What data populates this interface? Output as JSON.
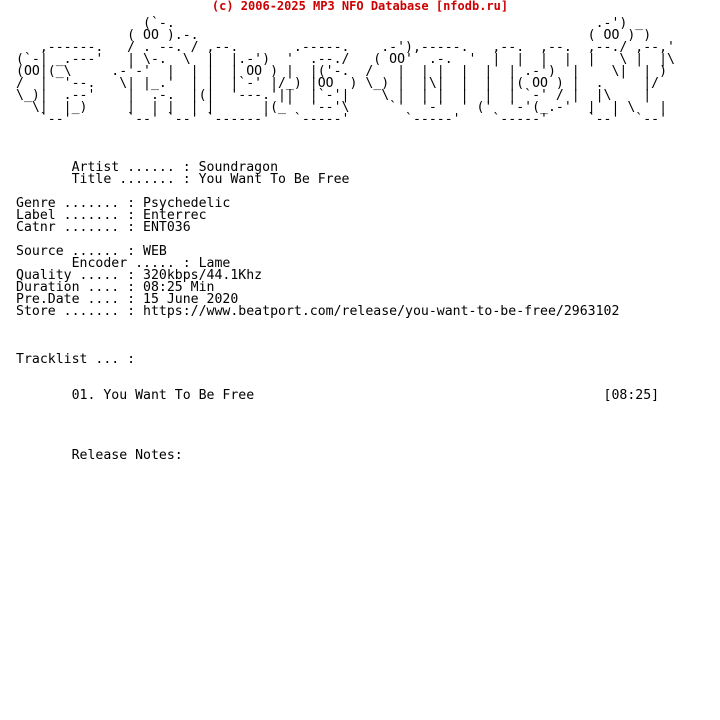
{
  "header": {
    "text": "(c) 2006-2025 MP3 NFO Database [nfodb.ru]",
    "color": "#cc0000"
  },
  "nfo": {
    "ascii_art": "                (`-.                                                     .-') _\n              ( OO ).-.                                                 ( OO ) )\n   ,------.   / . --. / ,--.       .-----.    .-'),-----.   ,--.  ,--.  ,--./ ,--,'\n(`-| _.---'   | \\-.  \\  |  |.-')  '  .--./   ( OO'  .-.  '  |  |  |  |  |   \\ |  |\\\n(OO|(_\\     .-'-'  |  | |  | OO ) |  |('-.  /   |  | |  |  |  | .-')  |    \\|  | )\n/  |  '--.   \\| |_.'  | |  |`-' |/_) |OO  ) \\_) |  |\\|  |  |  |( OO ) |  .     |/\n\\_)|  .--'    |  .-.  |(|  '---.'||  |`-'|    \\ |  | |  |  |  | `-' / |  |\\    |\n  \\|  |_)     |  | |  | |      |(_'  '--'\\     `'  '-'  ' ('  '-'(_.-'  |  | \\   |\n   `--'       `--' `--' `------'   `-----'       `-----'    `-----'     `--'  `--'",
    "artist_line": "       Artist ...... : Soundragon",
    "title_line": "       Title ....... : You Want To Be Free",
    "genre_line": "Genre ....... : Psychedelic",
    "label_line": "Label ....... : Enterrec",
    "catnr_line": "Catnr ....... : ENT036",
    "source_line": "Source ...... : WEB",
    "encoder_line": "       Encoder ..... : Lame",
    "quality_line": "Quality ..... : 320kbps/44.1Khz",
    "duration_line": "Duration .... : 08:25 Min",
    "predate_line": "Pre.Date .... : 15 June 2020",
    "store_line": "Store ....... : https://www.beatport.com/release/you-want-to-be-free/2963102",
    "tracklist_label": "Tracklist ... :",
    "tracks": [
      {
        "line": "       01. You Want To Be Free                                            [08:25]"
      }
    ],
    "release_notes_label": "       Release Notes:"
  }
}
